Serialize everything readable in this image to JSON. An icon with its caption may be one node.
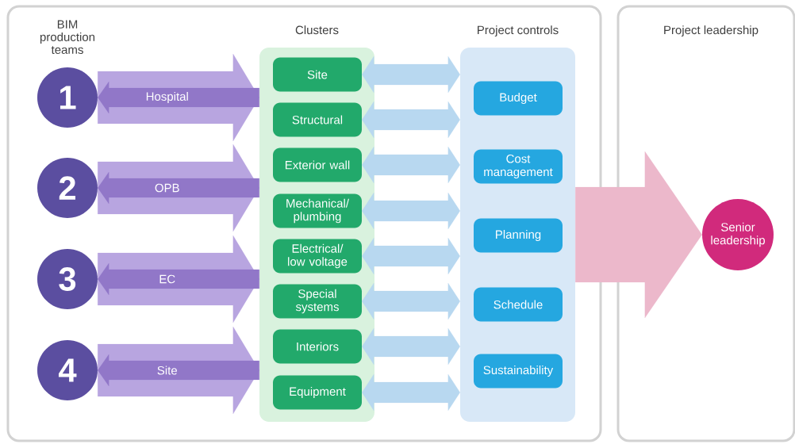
{
  "diagram": {
    "nodes": [
      {
        "text": [],
        "shape": "box"
      },
      {
        "text": [
          "Clusters"
        ],
        "in": 0
      },
      {
        "text": [
          "Site"
        ],
        "in": 1
      },
      {
        "text": [
          "Structural"
        ],
        "in": 1
      },
      {
        "text": [
          "Exterior wall"
        ],
        "in": 1
      },
      {
        "text": [
          "Mechanical/ plumbing"
        ],
        "in": 1
      },
      {
        "text": [
          "Electrical/ low voltage"
        ],
        "in": 1
      },
      {
        "text": [
          "Special systems"
        ],
        "in": 1
      },
      {
        "text": [
          "Interiors"
        ],
        "in": 1
      },
      {
        "text": [
          "Equipment"
        ],
        "in": 1
      },
      {
        "text": [
          "Project controls"
        ],
        "in": 0
      },
      {
        "text": [
          "Budget"
        ],
        "in": 10
      },
      {
        "text": [
          "Cost management"
        ],
        "in": 10
      },
      {
        "text": [
          "Planning"
        ],
        "in": 10
      },
      {
        "text": [
          "Schedule"
        ],
        "in": 10
      },
      {
        "text": [
          "Sustainability"
        ],
        "in": 10
      },
      {
        "text": [
          "Project leadership"
        ]
      },
      {
        "text": [
          "Senior leadership"
        ],
        "in": 16
      },
      {
        "text": [
          "1"
        ],
        "in": 0
      },
      {
        "text": [
          "2"
        ],
        "in": 0
      },
      {
        "text": [
          "3"
        ],
        "in": 0
      },
      {
        "text": [
          "4"
        ],
        "in": 0
      }
    ],
    "edges": [
      {
        "from": 18,
        "to": 1,
        "arrow": "to",
        "style": "thick",
        "color": "#b8a5e0"
      },
      {
        "from": 1,
        "to": 18,
        "arrow": "to",
        "label": "Hospital",
        "color": "#9177c8"
      },
      {
        "from": 19,
        "to": 1,
        "arrow": "to",
        "style": "thick",
        "color": "#b8a5e0"
      },
      {
        "from": 1,
        "to": 19,
        "arrow": "to",
        "label": "OPB",
        "color": "#9177c8"
      },
      {
        "from": 20,
        "to": 1,
        "arrow": "to",
        "style": "thick",
        "color": "#b8a5e0"
      },
      {
        "from": 1,
        "to": 20,
        "arrow": "to",
        "label": "EC",
        "color": "#9177c8"
      },
      {
        "from": 21,
        "to": 1,
        "arrow": "to",
        "style": "thick",
        "color": "#b8a5e0"
      },
      {
        "from": 1,
        "to": 21,
        "arrow": "to",
        "label": "Site",
        "color": "#9177c8"
      },
      {
        "from": 2,
        "to": 10,
        "arrow": "both"
      },
      {
        "from": 3,
        "to": 10,
        "arrow": "both"
      },
      {
        "from": 4,
        "to": 10,
        "arrow": "both"
      },
      {
        "from": 5,
        "to": 10,
        "arrow": "both"
      },
      {
        "from": 6,
        "to": 10,
        "arrow": "both"
      },
      {
        "from": 7,
        "to": 10,
        "arrow": "both"
      },
      {
        "from": 8,
        "to": 10,
        "arrow": "both"
      },
      {
        "from": 9,
        "to": 10,
        "arrow": "both"
      },
      {
        "from": 10,
        "to": 17,
        "arrow": "to",
        "style": "thick",
        "color": "#ecb8cb"
      }
    ],
    "labels": [
      "BIM production teams"
    ]
  }
}
